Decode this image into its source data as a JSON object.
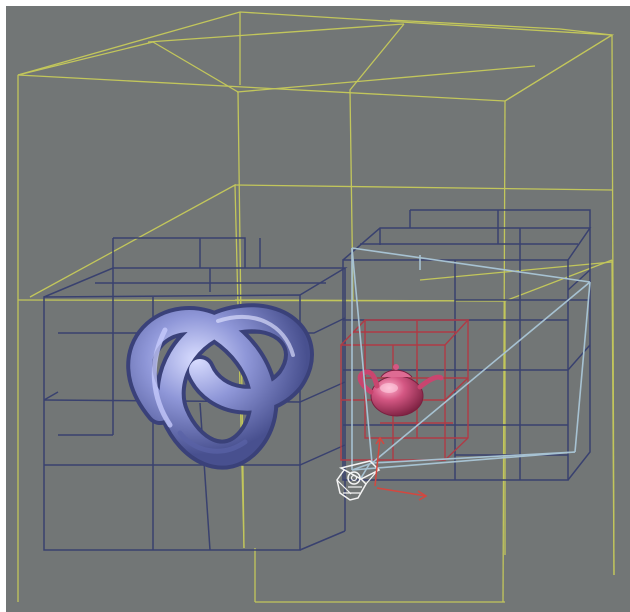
{
  "scene": {
    "background_color": "#727676",
    "colors": {
      "outer_grid": "#c7cb5a",
      "middle_grid": "#39416f",
      "inner_grid": "#b03a45",
      "frustum": "#a7c2d2",
      "knot": "#8d95d6",
      "teapot": "#cf4f79",
      "camera": "#f4f4f4",
      "camera_axis": "#d4473f"
    },
    "objects": [
      "outer-octree-cube",
      "left-subdivided-cube",
      "right-subdivided-cube",
      "inner-red-cube",
      "trefoil-knot",
      "teapot",
      "camera",
      "view-frustum"
    ]
  }
}
